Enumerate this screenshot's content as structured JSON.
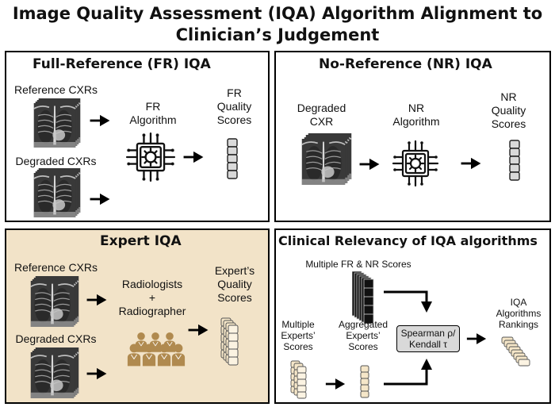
{
  "title_line1": "Image Quality Assessment (IQA) Algorithm Alignment to",
  "title_line2": "Clinician’s Judgement",
  "fr_panel": {
    "title": "Full-Reference (FR) IQA",
    "reference_label": "Reference CXRs",
    "degraded_label": "Degraded CXRs",
    "algorithm_line1": "FR",
    "algorithm_line2": "Algorithm",
    "scores_line1": "FR",
    "scores_line2": "Quality",
    "scores_line3": "Scores"
  },
  "nr_panel": {
    "title": "No-Reference (NR) IQA",
    "degraded_line1": "Degraded",
    "degraded_line2": "CXR",
    "algorithm_line1": "NR",
    "algorithm_line2": "Algorithm",
    "scores_line1": "NR",
    "scores_line2": "Quality",
    "scores_line3": "Scores"
  },
  "expert_panel": {
    "title": "Expert IQA",
    "reference_label": "Reference CXRs",
    "degraded_label": "Degraded CXRs",
    "raters_line1": "Radiologists",
    "raters_line2": "+",
    "raters_line3": "Radiographer",
    "scores_line1": "Expert’s",
    "scores_line2": "Quality",
    "scores_line3": "Scores",
    "background_color": "#f2e3c8"
  },
  "clinical_panel": {
    "title": "Clinical Relevancy of IQA algorithms",
    "multi_scores_label": "Multiple FR & NR Scores",
    "multiple_line1": "Multiple",
    "multiple_line2": "Experts’",
    "multiple_line3": "Scores",
    "aggregated_line1": "Aggregated",
    "aggregated_line2": "Experts’",
    "aggregated_line3": "Scores",
    "correlation_line1": "Spearman ρ/",
    "correlation_line2": "Kendall τ",
    "rankings_line1": "IQA",
    "rankings_line2": "Algorithms",
    "rankings_line3": "Rankings"
  },
  "colors": {
    "expert_score_fill": "#f5e6c8",
    "gray_box": "#d9d9d9",
    "people_icon": "#b08a4f"
  },
  "icons": [
    "chest-xray-stack-icon",
    "chip-gear-icon",
    "score-column-icon",
    "people-group-icon",
    "arrow-right-icon"
  ]
}
